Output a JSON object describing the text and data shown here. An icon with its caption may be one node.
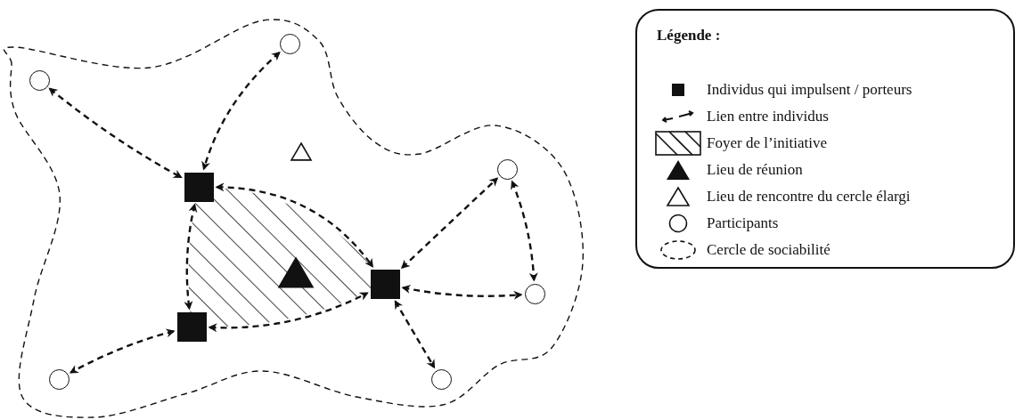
{
  "diagram": {
    "nodes": [
      {
        "text": [],
        "shape": "cloud"
      },
      {
        "text": [],
        "shape": "circle",
        "in": 0
      },
      {
        "text": [],
        "shape": "circle",
        "in": 0
      },
      {
        "text": [],
        "shape": "triangle",
        "in": 0
      },
      {
        "text": [],
        "shape": "circle",
        "in": 0
      },
      {
        "text": [],
        "shape": "box",
        "in": 0
      },
      {
        "text": [],
        "shape": "triangle",
        "in": 0
      },
      {
        "text": [],
        "shape": "box",
        "in": 0
      },
      {
        "text": [],
        "shape": "circle",
        "in": 0
      },
      {
        "text": [],
        "shape": "box",
        "in": 0
      },
      {
        "text": [],
        "shape": "circle",
        "in": 0
      },
      {
        "text": [],
        "shape": "circle",
        "in": 0
      }
    ],
    "edges": [
      {
        "from": 2,
        "to": 5,
        "arrow": "both",
        "style": "dashed"
      },
      {
        "from": 1,
        "to": 5,
        "arrow": "both",
        "style": "dashed"
      },
      {
        "from": 5,
        "to": 7,
        "arrow": "both",
        "style": "dashed"
      },
      {
        "from": 5,
        "to": 9,
        "arrow": "both",
        "style": "dashed"
      },
      {
        "from": 9,
        "to": 7,
        "arrow": "both",
        "style": "dashed"
      },
      {
        "from": 7,
        "to": 4,
        "arrow": "both",
        "style": "dashed"
      },
      {
        "from": 4,
        "to": 8,
        "arrow": "both",
        "style": "dashed"
      },
      {
        "from": 7,
        "to": 8,
        "arrow": "both",
        "style": "dashed"
      },
      {
        "from": 7,
        "to": 11,
        "arrow": "both",
        "style": "dashed"
      },
      {
        "from": 9,
        "to": 10,
        "arrow": "both",
        "style": "dashed"
      }
    ],
    "labels": [
      "Légende :"
    ],
    "legend": [
      {
        "text": "Individus qui impulsent / porteurs"
      },
      {
        "text": "Lien entre individus"
      },
      {
        "text": "Foyer de l’initiative"
      },
      {
        "text": "Lieu de réunion"
      },
      {
        "text": "Lieu de rencontre du cercle élargi"
      },
      {
        "text": "Participants"
      },
      {
        "text": "Cercle de sociabilité"
      }
    ]
  }
}
